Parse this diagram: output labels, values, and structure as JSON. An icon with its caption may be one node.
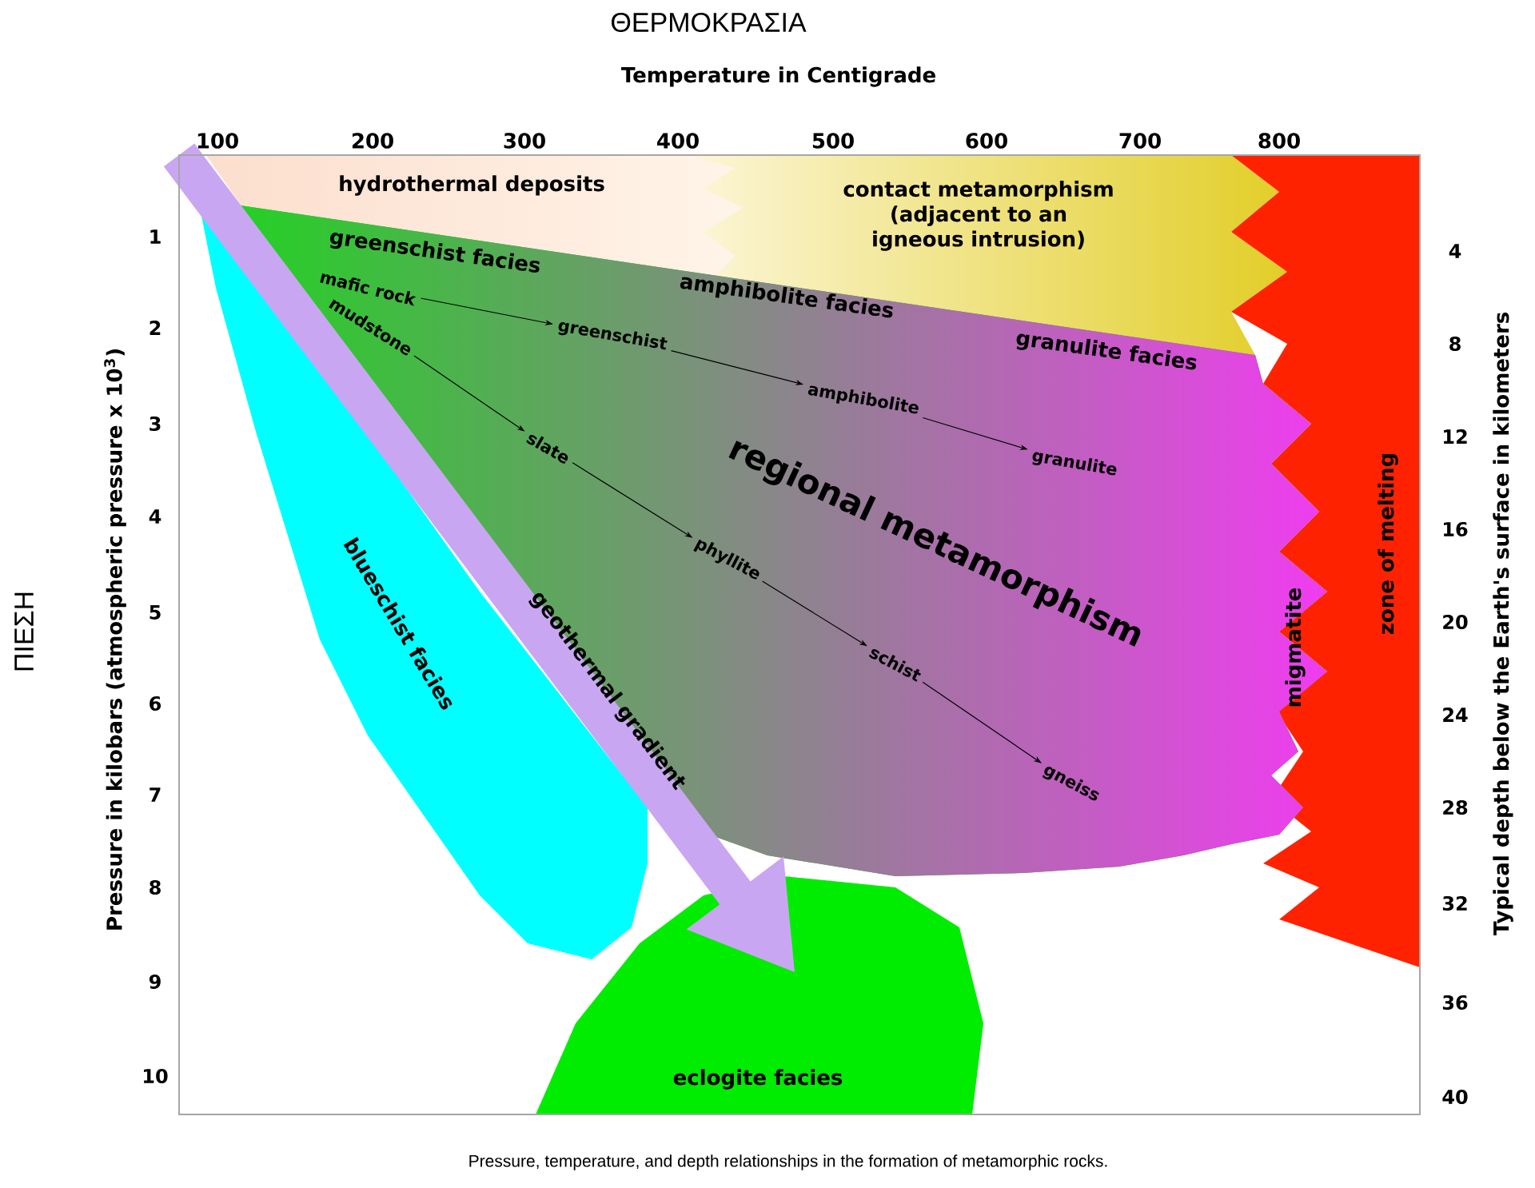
{
  "diagram": {
    "title": "ΘΕΡΜΟΚΡΑΣΙΑ",
    "caption": "Pressure, temperature, and depth relationships in the formation of metamorphic rocks.",
    "nodes": [
      {
        "text": [
          "hydrothermal deposits"
        ]
      },
      {
        "text": [
          "contact metamorphism (adjacent to an igneous intrusion)"
        ]
      },
      {
        "text": [
          "zone of melting"
        ]
      },
      {
        "text": [
          "regional metamorphism",
          "greenschist facies",
          "amphibolite facies",
          "granulite facies",
          "migmatite"
        ]
      },
      {
        "text": [
          "mafic rock"
        ],
        "in": 3
      },
      {
        "text": [
          "greenschist"
        ],
        "in": 3
      },
      {
        "text": [
          "amphibolite"
        ],
        "in": 3
      },
      {
        "text": [
          "granulite"
        ],
        "in": 3
      },
      {
        "text": [
          "mudstone"
        ],
        "in": 3
      },
      {
        "text": [
          "slate"
        ],
        "in": 3
      },
      {
        "text": [
          "phyllite"
        ],
        "in": 3
      },
      {
        "text": [
          "schist"
        ],
        "in": 3
      },
      {
        "text": [
          "gneiss"
        ],
        "in": 3
      },
      {
        "text": [
          "blueschist facies"
        ]
      },
      {
        "text": [
          "geothermal gradient"
        ]
      },
      {
        "text": [
          "eclogite facies"
        ]
      }
    ],
    "edges": [
      {
        "from": 4,
        "to": 5,
        "arrow": "to"
      },
      {
        "from": 5,
        "to": 6,
        "arrow": "to"
      },
      {
        "from": 6,
        "to": 7,
        "arrow": "to"
      },
      {
        "from": 8,
        "to": 9,
        "arrow": "to"
      },
      {
        "from": 9,
        "to": 10,
        "arrow": "to"
      },
      {
        "from": 10,
        "to": 11,
        "arrow": "to"
      },
      {
        "from": 11,
        "to": 12,
        "arrow": "to"
      }
    ],
    "labels": [
      "Temperature in Centigrade",
      "100",
      "200",
      "300",
      "400",
      "500",
      "600",
      "700",
      "800",
      "ΠΙΕΣΗ",
      "Pressure in kilobars (atmospheric pressure x 10$^{3}$)",
      "1",
      "2",
      "3",
      "4",
      "5",
      "6",
      "7",
      "8",
      "9",
      "10",
      "Typical depth below the Earth's surface in kilometers",
      "4",
      "8",
      "12",
      "16",
      "20",
      "24",
      "28",
      "32",
      "36",
      "40"
    ]
  }
}
